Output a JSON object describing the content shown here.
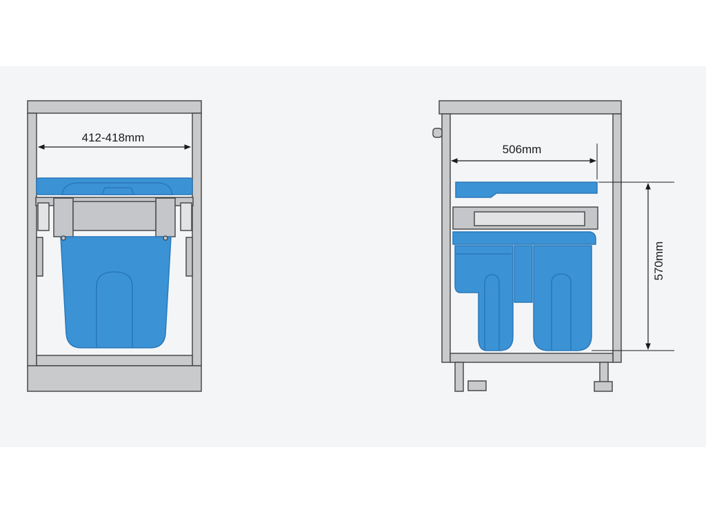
{
  "colors": {
    "background": "#ffffff",
    "panel": "#f4f5f7",
    "frame_fill": "#c9cacc",
    "frame_stroke": "#4a4a4a",
    "bin_blue": "#3b93d6",
    "bin_blue_dark": "#2a78b8",
    "rail_grey": "#c4c6c9",
    "dimension_line": "#1a1a1a"
  },
  "front_view": {
    "width_dimension": "412-418mm"
  },
  "side_view": {
    "depth_dimension": "506mm",
    "height_dimension": "570mm"
  }
}
